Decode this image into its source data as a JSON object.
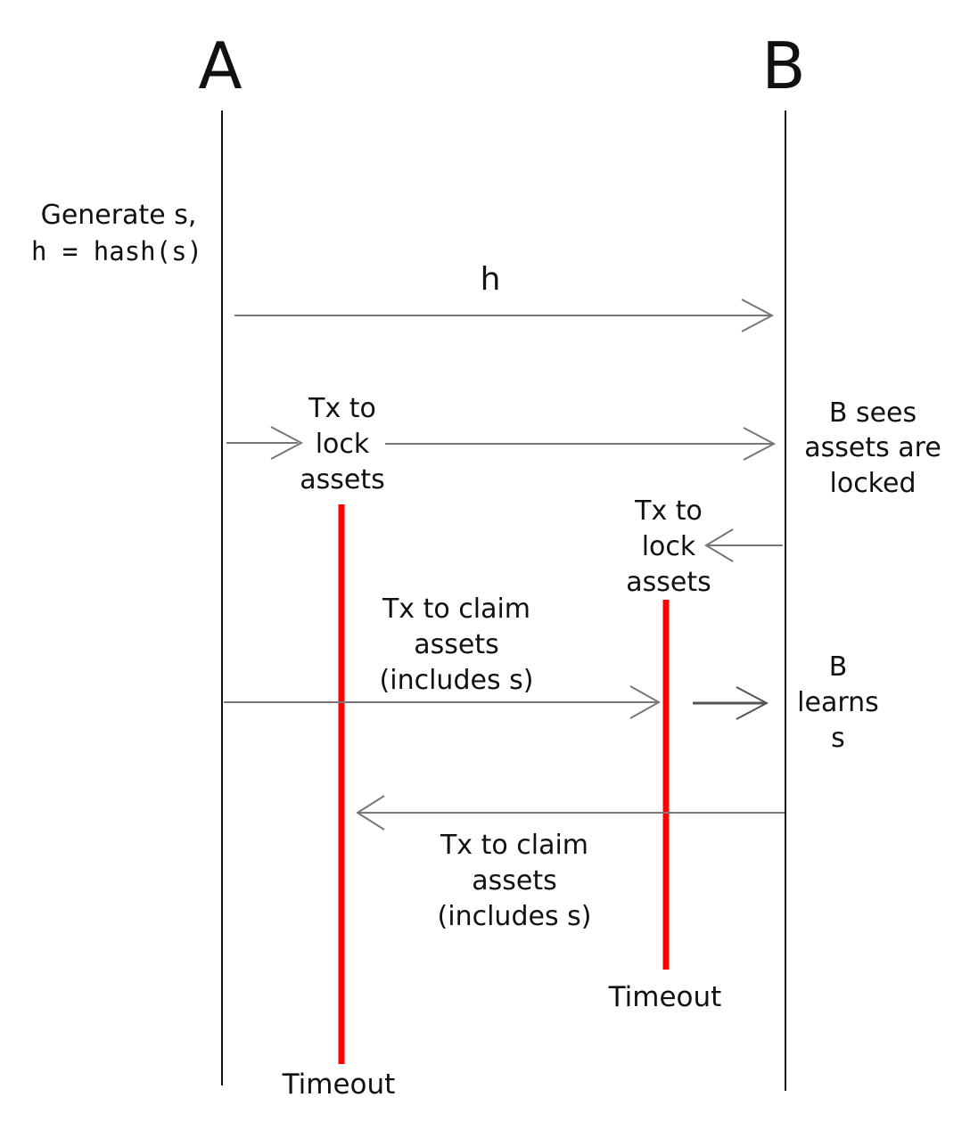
{
  "participants": {
    "a": "A",
    "b": "B"
  },
  "labels": {
    "generate_line1": "Generate s,",
    "generate_line2": "h = hash(s)",
    "h": "h",
    "a_lock_1": "Tx to",
    "a_lock_2": "lock",
    "a_lock_3": "assets",
    "b_sees_1": "B sees",
    "b_sees_2": "assets are",
    "b_sees_3": "locked",
    "b_lock_1": "Tx to",
    "b_lock_2": "lock",
    "b_lock_3": "assets",
    "a_claim_1": "Tx to claim",
    "a_claim_2": "assets",
    "a_claim_3": "(includes s)",
    "b_learns_1": "B",
    "b_learns_2": "learns",
    "b_learns_3": "s",
    "b_claim_1": "Tx to claim",
    "b_claim_2": "assets",
    "b_claim_3": "(includes s)",
    "timeout_b": "Timeout",
    "timeout_a": "Timeout"
  },
  "colors": {
    "line": "#111111",
    "arrow": "#777777",
    "timeout_bar": "#ff0000"
  }
}
